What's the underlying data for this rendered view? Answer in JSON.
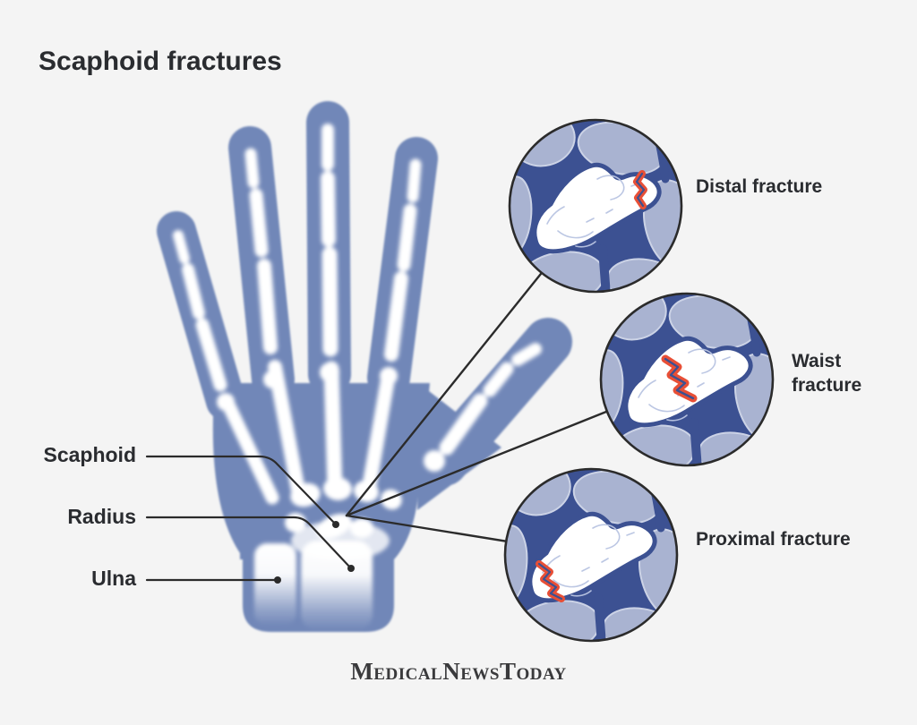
{
  "title": "Scaphoid fractures",
  "hand_labels": [
    {
      "label": "Scaphoid"
    },
    {
      "label": "Radius"
    },
    {
      "label": "Ulna"
    }
  ],
  "insets": [
    {
      "label": "Distal fracture"
    },
    {
      "label": "Waist fracture"
    },
    {
      "label": "Proximal fracture"
    }
  ],
  "brand": {
    "logo_text": "MedicalNewsToday"
  },
  "colors": {
    "background": "#f4f4f4",
    "hand_blue": "#7187b8",
    "bone_white": "#ffffff",
    "inset_background_blue": "#3c5192",
    "inset_carpal_blue": "#a9b3d1",
    "fracture_red": "#e84f36",
    "line_dark": "#2b2b2b",
    "text_dark": "#2a2c30"
  }
}
